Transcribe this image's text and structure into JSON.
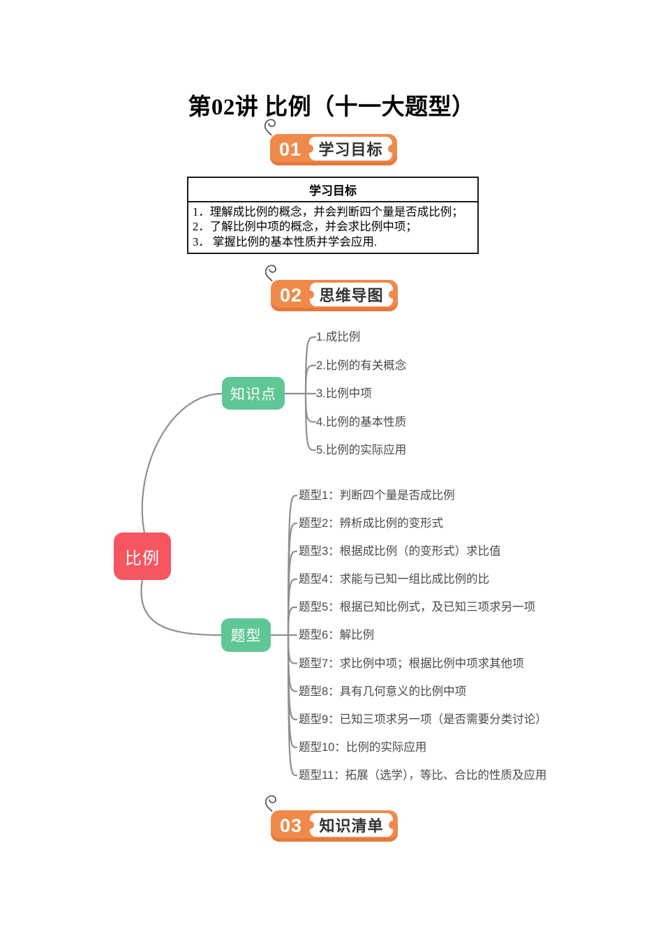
{
  "title": "第02讲 比例（十一大题型）",
  "sections": [
    {
      "number": "01",
      "label": "学习目标"
    },
    {
      "number": "02",
      "label": "思维导图"
    },
    {
      "number": "03",
      "label": "知识清单"
    }
  ],
  "objectives": {
    "header": "学习目标",
    "items": [
      "1．理解成比例的概念，并会判断四个量是否成比例；",
      "2．了解比例中项的概念，并会求比例中项；",
      "3． 掌握比例的基本性质并学会应用."
    ]
  },
  "mindmap": {
    "root": "比例",
    "knowledge": {
      "label": "知识点",
      "items": [
        "1.成比例",
        "2.比例的有关概念",
        "3.比例中项",
        "4.比例的基本性质",
        "5.比例的实际应用"
      ]
    },
    "types": {
      "label": "题型",
      "items": [
        "题型1：判断四个量是否成比例",
        "题型2：辨析成比例的变形式",
        "题型3：根据成比例（的变形式）求比值",
        "题型4：求能与已知一组比成比例的比",
        "题型5：根据已知比例式，及已知三项求另一项",
        "题型6：解比例",
        "题型7：求比例中项；根据比例中项求其他项",
        "题型8：具有几何意义的比例中项",
        "题型9：已知三项求另一项（是否需要分类讨论）",
        "题型10：比例的实际应用",
        "题型11：拓展（选学），等比、合比的性质及应用"
      ]
    }
  },
  "colors": {
    "accent_orange": "#f08a4b",
    "orange_shadow": "#e5783c",
    "root_red": "#f5565f",
    "branch_green": "#5fc795",
    "connector_gray": "#8f8f8f"
  }
}
